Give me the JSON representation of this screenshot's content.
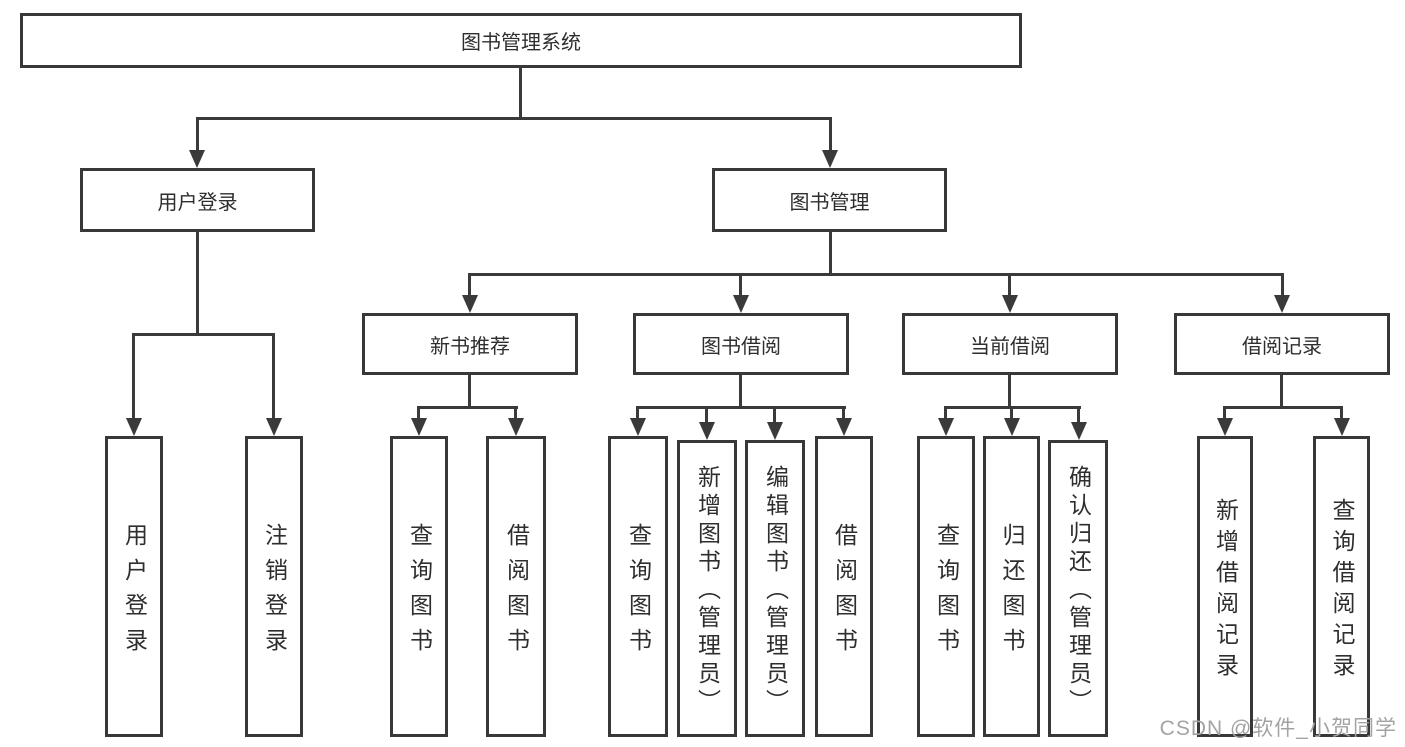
{
  "diagram": {
    "type": "hierarchy-tree",
    "title": "图书管理系统",
    "nodes": {
      "root": {
        "label": "图书管理系统"
      },
      "user_login": {
        "label": "用户登录"
      },
      "book_mgmt": {
        "label": "图书管理"
      },
      "new_book_rec": {
        "label": "新书推荐"
      },
      "book_borrow": {
        "label": "图书借阅"
      },
      "current_borrow": {
        "label": "当前借阅"
      },
      "borrow_records": {
        "label": "借阅记录"
      },
      "leaf_user_login": {
        "label": "用户登录"
      },
      "leaf_logout": {
        "label": "注销登录"
      },
      "leaf_query_book_1": {
        "label": "查询图书"
      },
      "leaf_borrow_book_1": {
        "label": "借阅图书"
      },
      "leaf_query_book_2": {
        "label": "查询图书"
      },
      "leaf_add_book": {
        "label": "新增图书（管理员）"
      },
      "leaf_edit_book": {
        "label": "编辑图书（管理员）"
      },
      "leaf_borrow_book_2": {
        "label": "借阅图书"
      },
      "leaf_query_book_3": {
        "label": "查询图书"
      },
      "leaf_return_book": {
        "label": "归还图书"
      },
      "leaf_confirm_return": {
        "label": "确认归还（管理员）"
      },
      "leaf_add_borrow_record": {
        "label": "新增借阅记录"
      },
      "leaf_query_borrow_record": {
        "label": "查询借阅记录"
      }
    },
    "edges": [
      [
        "root",
        "user_login"
      ],
      [
        "root",
        "book_mgmt"
      ],
      [
        "user_login",
        "leaf_user_login"
      ],
      [
        "user_login",
        "leaf_logout"
      ],
      [
        "book_mgmt",
        "new_book_rec"
      ],
      [
        "book_mgmt",
        "book_borrow"
      ],
      [
        "book_mgmt",
        "current_borrow"
      ],
      [
        "book_mgmt",
        "borrow_records"
      ],
      [
        "new_book_rec",
        "leaf_query_book_1"
      ],
      [
        "new_book_rec",
        "leaf_borrow_book_1"
      ],
      [
        "book_borrow",
        "leaf_query_book_2"
      ],
      [
        "book_borrow",
        "leaf_add_book"
      ],
      [
        "book_borrow",
        "leaf_edit_book"
      ],
      [
        "book_borrow",
        "leaf_borrow_book_2"
      ],
      [
        "current_borrow",
        "leaf_query_book_3"
      ],
      [
        "current_borrow",
        "leaf_return_book"
      ],
      [
        "current_borrow",
        "leaf_confirm_return"
      ],
      [
        "borrow_records",
        "leaf_add_borrow_record"
      ],
      [
        "borrow_records",
        "leaf_query_borrow_record"
      ]
    ],
    "colors": {
      "background": "#ffffff",
      "line": "#3a3a3a",
      "box_border": "#383838",
      "text": "#2e2e2e",
      "watermark": "#a3a3a3"
    }
  },
  "watermark": {
    "text": "CSDN @软件_小贺同学"
  }
}
